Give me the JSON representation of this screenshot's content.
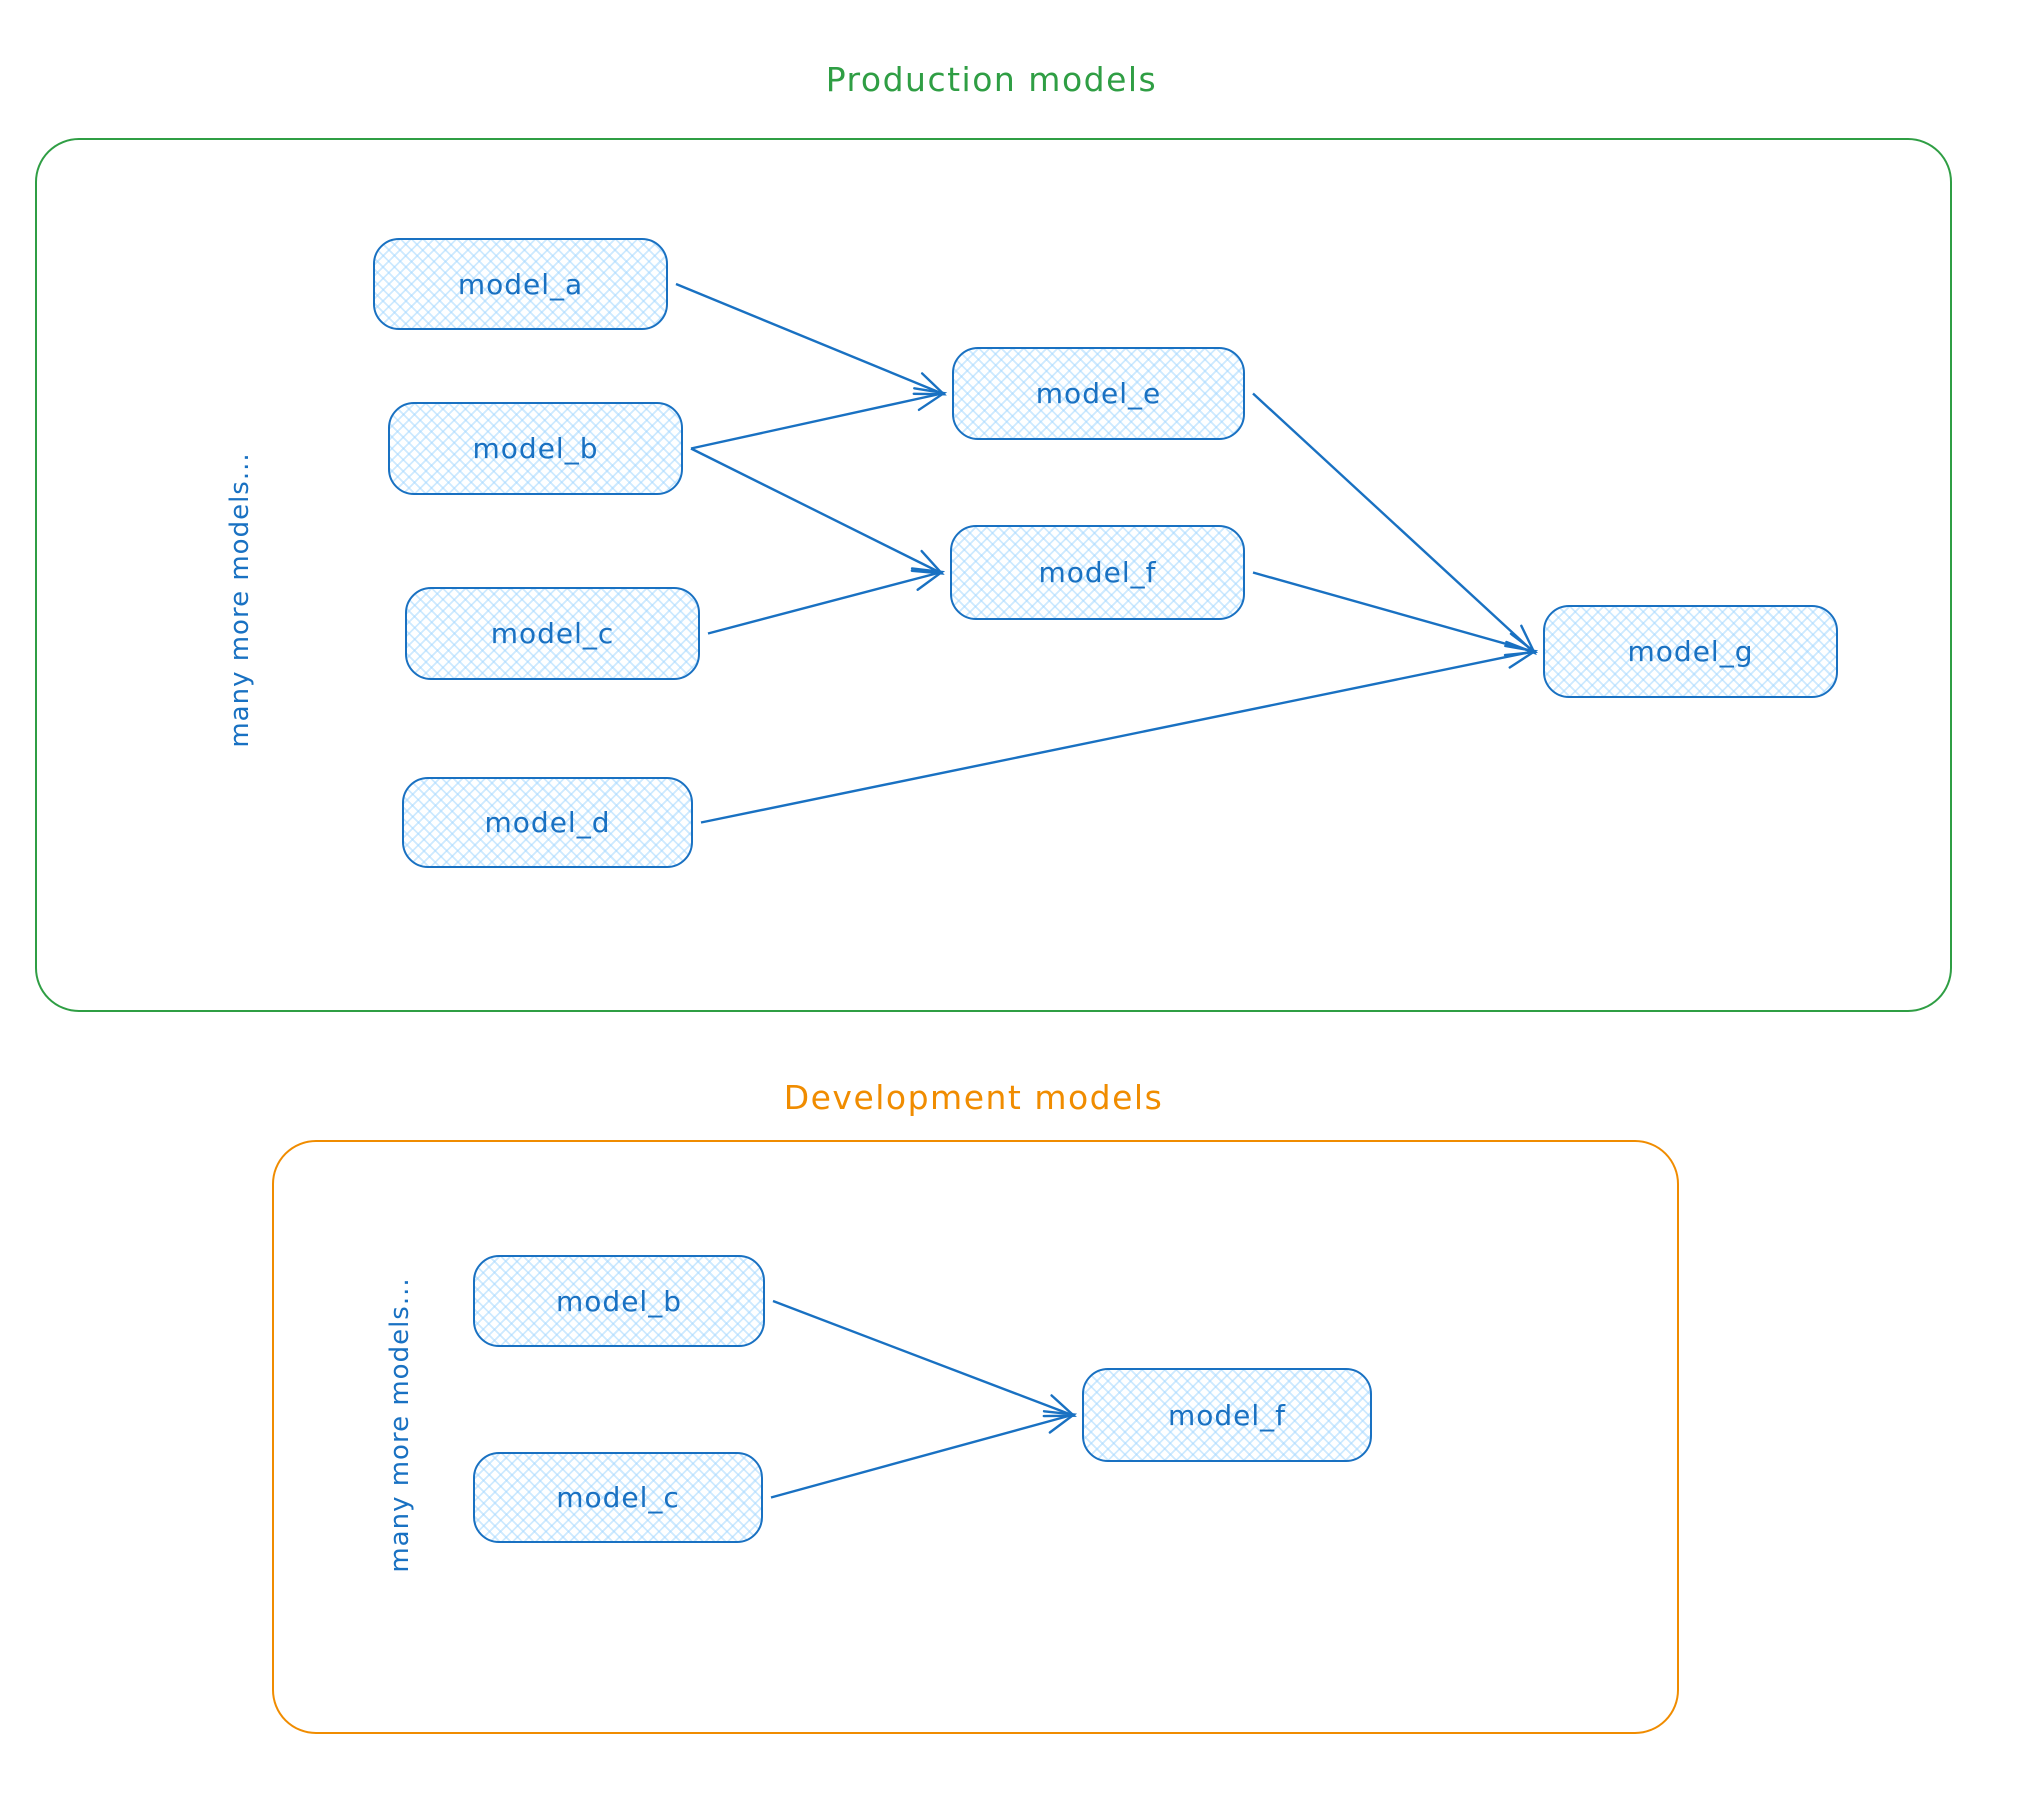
{
  "canvas": {
    "background": "#ffffff"
  },
  "colors": {
    "blue": "#1971c2",
    "blue_fill": "#a5d8ff",
    "green": "#2f9e44",
    "orange": "#f08c00"
  },
  "sections": {
    "production": {
      "title": "Production models",
      "side_label": "many more models..."
    },
    "development": {
      "title": "Development models",
      "side_label": "many more models..."
    }
  },
  "nodes": {
    "prod_a": {
      "label": "model_a"
    },
    "prod_b": {
      "label": "model_b"
    },
    "prod_c": {
      "label": "model_c"
    },
    "prod_d": {
      "label": "model_d"
    },
    "prod_e": {
      "label": "model_e"
    },
    "prod_f": {
      "label": "model_f"
    },
    "prod_g": {
      "label": "model_g"
    },
    "dev_b": {
      "label": "model_b"
    },
    "dev_c": {
      "label": "model_c"
    },
    "dev_f": {
      "label": "model_f"
    }
  },
  "edges": [
    {
      "from": "prod_a",
      "to": "prod_e"
    },
    {
      "from": "prod_b",
      "to": "prod_e"
    },
    {
      "from": "prod_b",
      "to": "prod_f"
    },
    {
      "from": "prod_c",
      "to": "prod_f"
    },
    {
      "from": "prod_e",
      "to": "prod_g"
    },
    {
      "from": "prod_f",
      "to": "prod_g"
    },
    {
      "from": "prod_d",
      "to": "prod_g"
    },
    {
      "from": "dev_b",
      "to": "dev_f"
    },
    {
      "from": "dev_c",
      "to": "dev_f"
    }
  ]
}
